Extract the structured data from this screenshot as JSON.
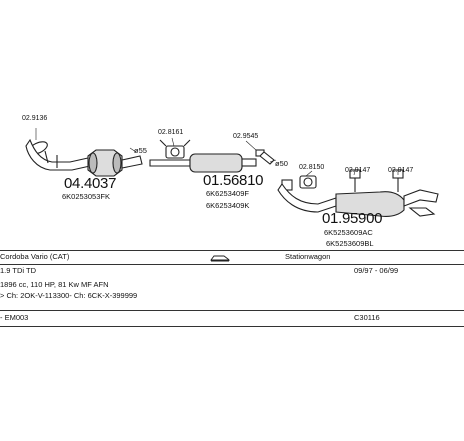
{
  "parts": [
    {
      "id": "p1",
      "number": "04.4037",
      "oem": [
        "6K0253053FK"
      ],
      "small_ref": "02.9136"
    },
    {
      "id": "p2",
      "number": "01.56810",
      "oem": [
        "6K6253409F",
        "6K6253409K"
      ]
    },
    {
      "id": "p3",
      "number": "01.95900",
      "oem": [
        "6K5253609AC",
        "6K5253609BL"
      ]
    }
  ],
  "fittings": {
    "clamp_a": "02.8161",
    "clamp_b": "02.9545",
    "clamp_c": "02.8150",
    "hanger_a": "02.9147",
    "hanger_b": "02.9147"
  },
  "diameters": {
    "d1": "ø55",
    "d2": "ø50"
  },
  "info": {
    "model": "Cordoba Vario  (CAT)",
    "body_type": "Stationwagon",
    "engine": "1.9 TDi TD",
    "years": "09/97 - 06/99",
    "specs": "1896 cc, 110 HP, 81 Kw MF AFN",
    "chassis": "> Ch: 2OK-V-113300- Ch: 6CK-X-399999",
    "code_left": "- EM003",
    "code_right": "C30116"
  }
}
